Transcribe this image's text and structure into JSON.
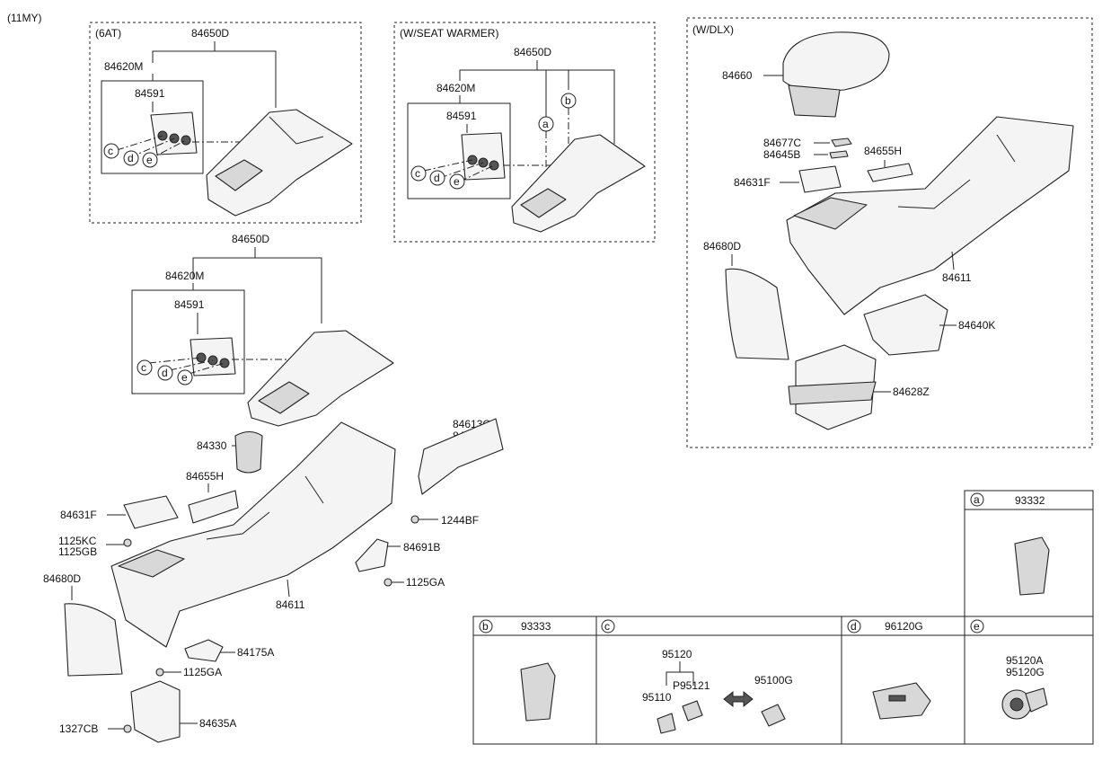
{
  "model_year": "(11MY)",
  "sections": {
    "six_at": "(6AT)",
    "seat_warmer": "(W/SEAT WARMER)",
    "dlx": "(W/DLX)"
  },
  "parts": {
    "p84650D": "84650D",
    "p84620M": "84620M",
    "p84591": "84591",
    "p84660": "84660",
    "p84677C": "84677C",
    "p84645B": "84645B",
    "p84655H": "84655H",
    "p84631F": "84631F",
    "p84680D": "84680D",
    "p84611": "84611",
    "p84640K": "84640K",
    "p84628Z": "84628Z",
    "p84613C": "84613C",
    "p84612C": "84612C",
    "p84330": "84330",
    "p1244BF": "1244BF",
    "p1125KC": "1125KC",
    "p1125GB": "1125GB",
    "p84691B": "84691B",
    "p1125GA": "1125GA",
    "p84175A": "84175A",
    "p84635A": "84635A",
    "p1327CB": "1327CB"
  },
  "callouts": {
    "a": "a",
    "b": "b",
    "c": "c",
    "d": "d",
    "e": "e"
  },
  "table": {
    "a": {
      "key": "a",
      "part": "93332"
    },
    "b": {
      "key": "b",
      "part": "93333"
    },
    "c": {
      "key": "c",
      "part": "",
      "items": {
        "p95120": "95120",
        "pP95121": "P95121",
        "p95110": "95110",
        "p95100G": "95100G"
      }
    },
    "d": {
      "key": "d",
      "part": "96120G"
    },
    "e": {
      "key": "e",
      "part": "",
      "items": {
        "p95120A": "95120A",
        "p95120G": "95120G"
      }
    }
  }
}
